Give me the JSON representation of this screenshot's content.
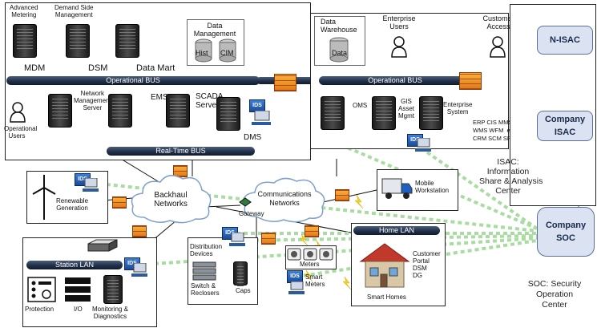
{
  "top_left": {
    "advanced_metering": "Advanced\nMetering",
    "demand_side": "Demand Side\nManagement",
    "mdm": "MDM",
    "dsm": "DSM",
    "data_mart": "Data Mart",
    "data_management": "Data\nManagement",
    "hist": "Hist",
    "cim": "CIM",
    "operational_bus": "Operational BUS",
    "operational_users": "Operational\nUsers",
    "network_mgmt": "Network\nManagement\nServer",
    "ems": "EMS",
    "scada": "SCADA\nServer",
    "dms": "DMS",
    "realtime_bus": "Real-Time BUS"
  },
  "top_right": {
    "data_warehouse": "Data\nWarehouse",
    "data": "Data",
    "enterprise_users": "Enterprise\nUsers",
    "customer_access": "Customer\nAccess",
    "operational_bus": "Operational BUS",
    "oms": "OMS",
    "gis": "GIS\nAsset\nMgmt",
    "enterprise_system": "Enterprise\nSystem",
    "erp_list": "ERP CIS MMS\nWMS WFM  etc.\nCRM SCM SRM"
  },
  "middle": {
    "renewable": "Renewable\nGeneration",
    "backhaul": "Backhaul\nNetworks",
    "communications": "Communications\nNetworks",
    "gateway": "Gateway",
    "mobile_workstation": "Mobile\nWorkstation"
  },
  "bottom_left": {
    "station_lan": "Station LAN",
    "protection": "Protection",
    "io": "I/O",
    "monitoring": "Monitoring &\nDiagnostics"
  },
  "bottom_mid": {
    "distribution": "Distribution\nDevices",
    "switch": "Switch &\nReclosers",
    "caps": "Caps",
    "meters": "Meters",
    "smart_meters": "Smart\nMeters"
  },
  "home": {
    "home_lan": "Home LAN",
    "customer_list": "Customer\nPortal\nDSM\nDG",
    "smart_homes": "Smart Homes"
  },
  "right": {
    "n_isac": "N-ISAC",
    "company_isac": "Company\nISAC",
    "company_soc": "Company\nSOC",
    "isac_caption": "ISAC:\nInformation\nShare & Analysis\nCenter",
    "soc_caption": "SOC: Security\nOperation\nCenter"
  },
  "ids_label": "IDS",
  "colors": {
    "bus": "#1f2d45",
    "isac_fill": "#dbe3f3",
    "isac_border": "#5a6e96",
    "dash_green": "#a8dca0",
    "arrow_navy": "#1b2f5e"
  }
}
